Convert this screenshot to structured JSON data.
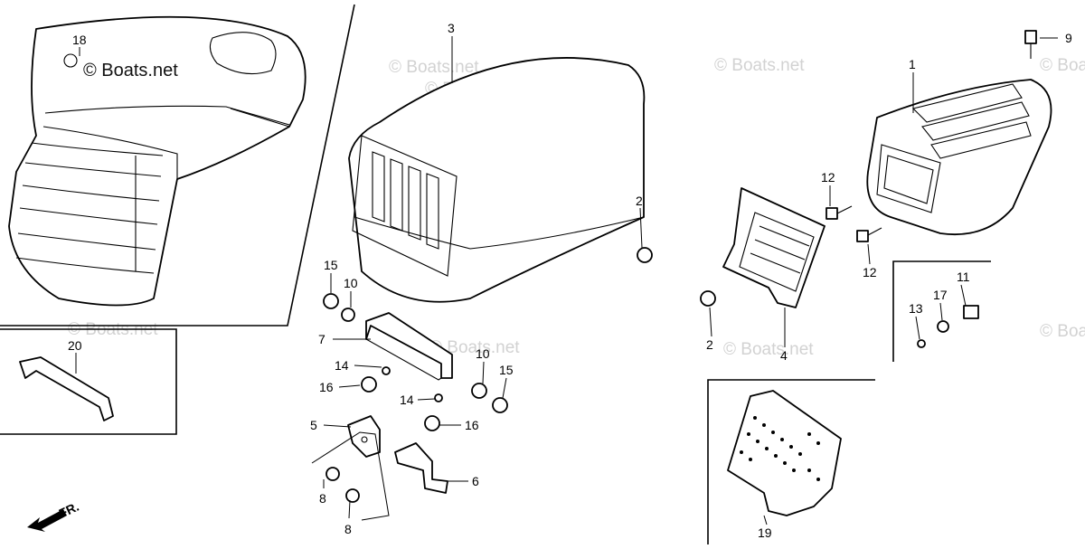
{
  "diagram": {
    "watermark_main": "© Boats.net",
    "watermark_faint": "© Boats.net",
    "front_indicator": "FR.",
    "callouts": {
      "c1": "1",
      "c2a": "2",
      "c2b": "2",
      "c3": "3",
      "c4": "4",
      "c5": "5",
      "c6": "6",
      "c7": "7",
      "c8a": "8",
      "c8b": "8",
      "c9": "9",
      "c10a": "10",
      "c10b": "10",
      "c11": "11",
      "c12a": "12",
      "c12b": "12",
      "c13": "13",
      "c14a": "14",
      "c14b": "14",
      "c15a": "15",
      "c15b": "15",
      "c16a": "16",
      "c16b": "16",
      "c17": "17",
      "c18": "18",
      "c19": "19",
      "c20": "20"
    }
  }
}
